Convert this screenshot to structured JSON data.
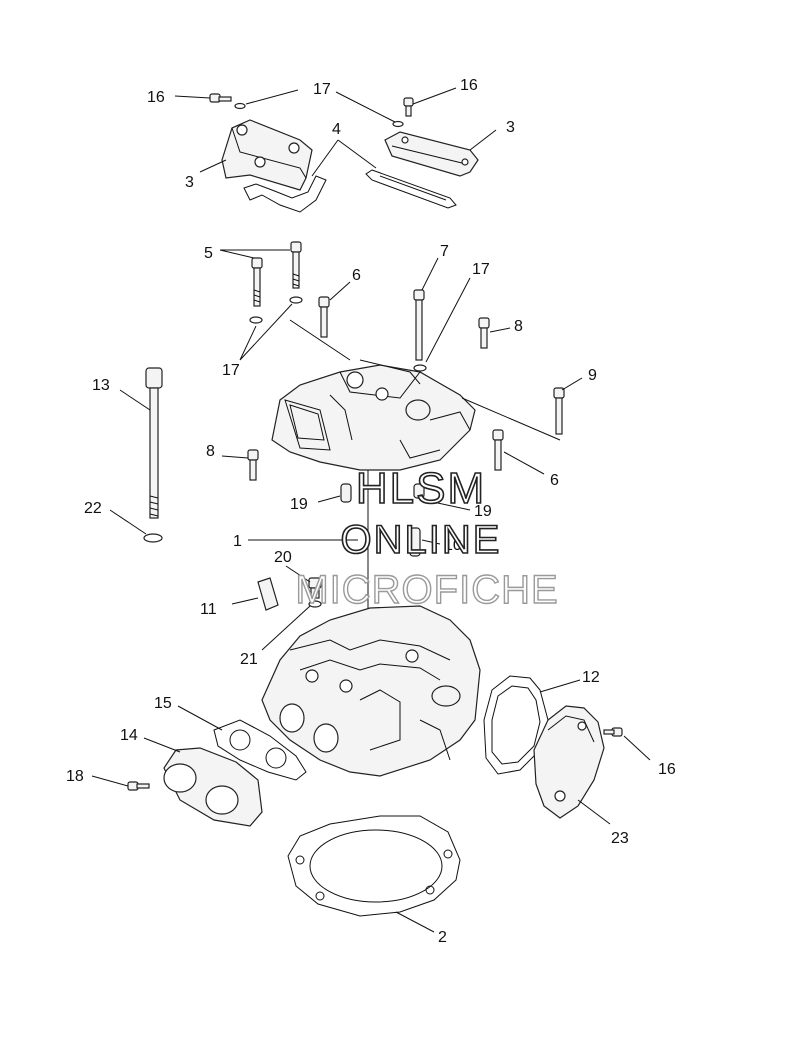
{
  "callouts": {
    "c1": "1",
    "c2": "2",
    "c3a": "3",
    "c3b": "3",
    "c4": "4",
    "c5": "5",
    "c6a": "6",
    "c6b": "6",
    "c7": "7",
    "c8a": "8",
    "c8b": "8",
    "c9": "9",
    "c10": "10",
    "c11": "11",
    "c12": "12",
    "c13": "13",
    "c14": "14",
    "c15": "15",
    "c16a": "16",
    "c16b": "16",
    "c16c": "16",
    "c17a": "17",
    "c17b": "17",
    "c17c": "17",
    "c18": "18",
    "c19a": "19",
    "c19b": "19",
    "c20": "20",
    "c21": "21",
    "c22": "22",
    "c23": "23"
  },
  "watermark": {
    "line1": "HLSM",
    "line2": "ONLINE",
    "line3": "MICROFICHE"
  },
  "colors": {
    "line": "#111111",
    "background": "#ffffff",
    "watermark_gray": "#9a9a9a"
  }
}
